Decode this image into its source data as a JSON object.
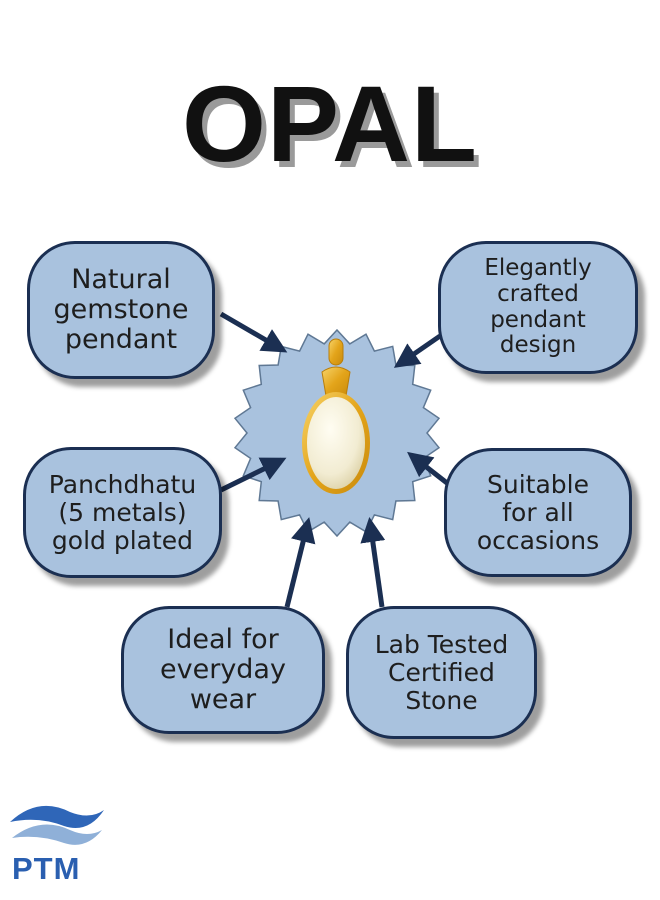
{
  "title": "OPAL",
  "center": {
    "image": "opal-pendant-icon",
    "badge_color": "#a9c2de"
  },
  "features": {
    "natural": "Natural\ngemstone\npendant",
    "elegant": "Elegantly\ncrafted pendant\ndesign",
    "pancha": "Panchdhatu\n(5 metals)\ngold plated",
    "suitable": "Suitable\nfor all\noccasions",
    "ideal": "Ideal for\neveryday\nwear",
    "lab": "Lab Tested\nCertified\nStone"
  },
  "colors": {
    "bubble_fill": "#a9c2de",
    "bubble_border": "#1b2f52",
    "arrow": "#1b2f52",
    "title": "#111111",
    "brand": "#2a5fb0"
  },
  "brand": {
    "name": "PTM",
    "icon": "wave-logo-icon"
  }
}
